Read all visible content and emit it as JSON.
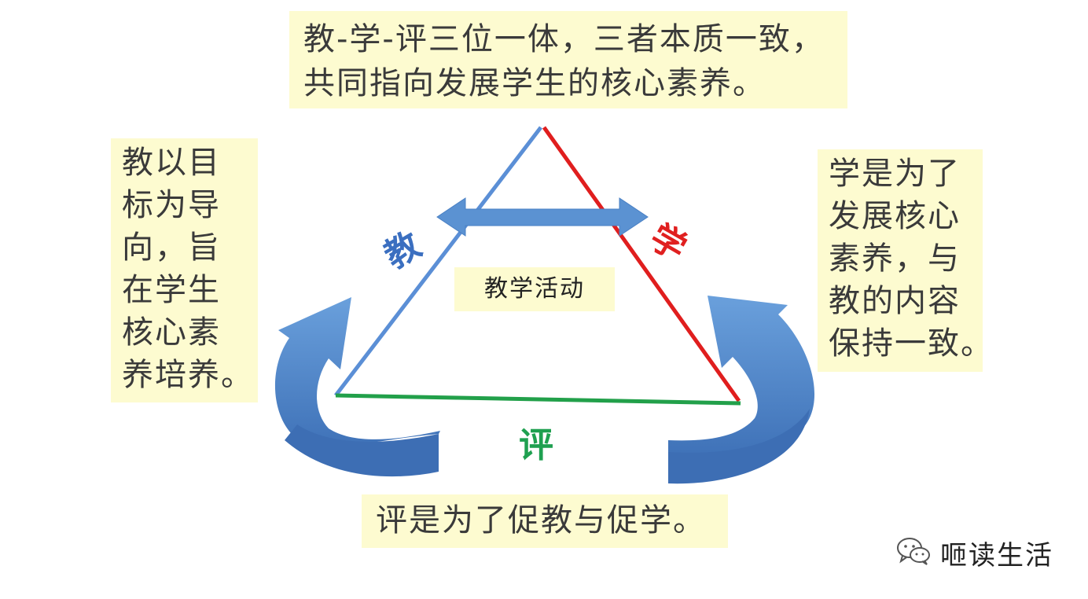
{
  "top_note": {
    "lines": [
      "教-学-评三位一体，三者本质一致，",
      "共同指向发展学生的核心素养。"
    ]
  },
  "left_note": {
    "lines": [
      "教以目",
      "标为导",
      "向，旨",
      "在学生",
      "核心素",
      "养培养。"
    ]
  },
  "right_note": {
    "lines": [
      "学是为了",
      "发展核心",
      "素养，与",
      "教的内容",
      "保持一致。"
    ]
  },
  "bottom_note": {
    "text": "评是为了促教与促学。"
  },
  "center_label": "教学活动",
  "edges": {
    "teach": "教",
    "learn": "学",
    "evaluate": "评"
  },
  "colors": {
    "teach_edge": "#5b8fd6",
    "learn_edge": "#e01e1e",
    "eval_edge": "#22a04a",
    "arrows": "#5b92d2",
    "note_bg": "#fdfbd0"
  },
  "icons": {
    "watermark": "wechat-icon"
  },
  "watermark": "咂读生活"
}
